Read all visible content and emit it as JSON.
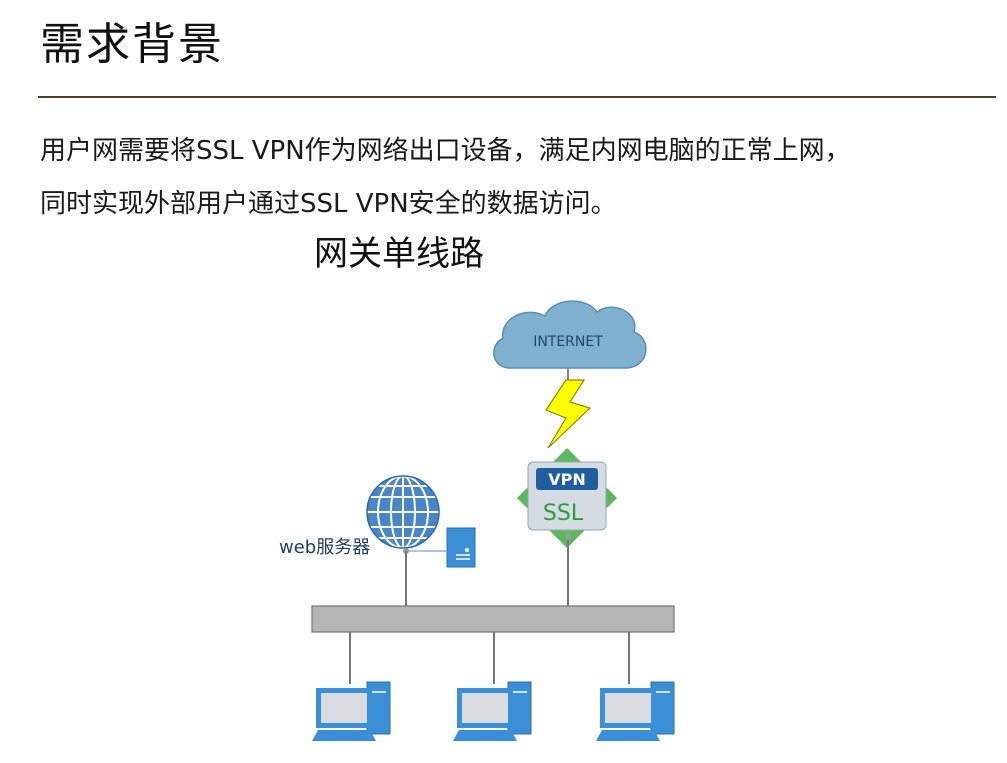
{
  "heading": "需求背景",
  "paragraph_lines": [
    "用户网需要将SSL VPN作为网络出口设备，满足内网电脑的正常上网，",
    "同时实现外部用户通过SSL VPN安全的数据访问。"
  ],
  "diagram": {
    "title": "网关单线路",
    "cloud_label": "INTERNET",
    "vpn_badge": "VPN",
    "ssl_label": "SSL",
    "web_server_label": "web服务器",
    "client_count": 3
  },
  "colors": {
    "rule": "#4a3f30",
    "cloud_fill": "#7fb0cf",
    "vpn_badge": "#1f5f9e",
    "ssl_text": "#2a9d3a",
    "diamond": "#5cb85c",
    "switch_fill": "#b5b5b5",
    "computer_blue": "#3a8fd6",
    "bolt": "#ffff00"
  }
}
